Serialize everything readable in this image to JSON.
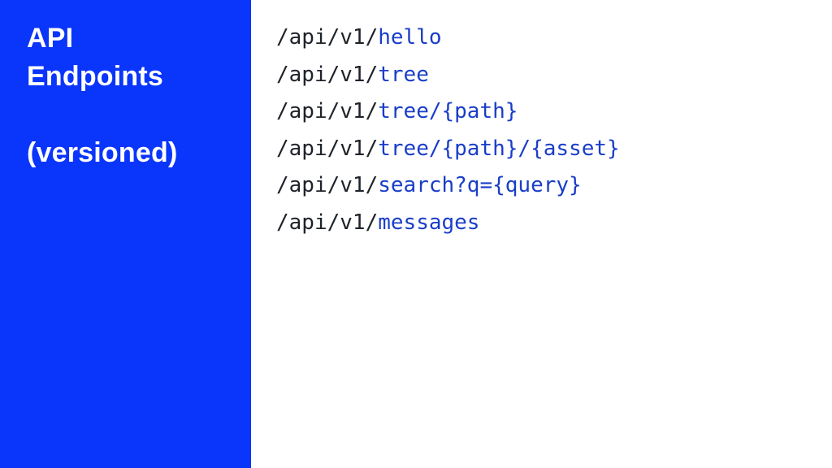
{
  "sidebar": {
    "title_line1": "API",
    "title_line2": "Endpoints",
    "title_line3": "(versioned)"
  },
  "colors": {
    "sidebar_bg": "#0a35fb",
    "prefix_text": "#1e2229",
    "resource_text": "#1a3dc8"
  },
  "endpoints": [
    {
      "prefix": "/api/v1/",
      "resource": "hello"
    },
    {
      "prefix": "/api/v1/",
      "resource": "tree"
    },
    {
      "prefix": "/api/v1/",
      "resource": "tree/{path}"
    },
    {
      "prefix": "/api/v1/",
      "resource": "tree/{path}/{asset}"
    },
    {
      "prefix": "/api/v1/",
      "resource": "search?q={query}"
    },
    {
      "prefix": "/api/v1/",
      "resource": "messages"
    }
  ]
}
